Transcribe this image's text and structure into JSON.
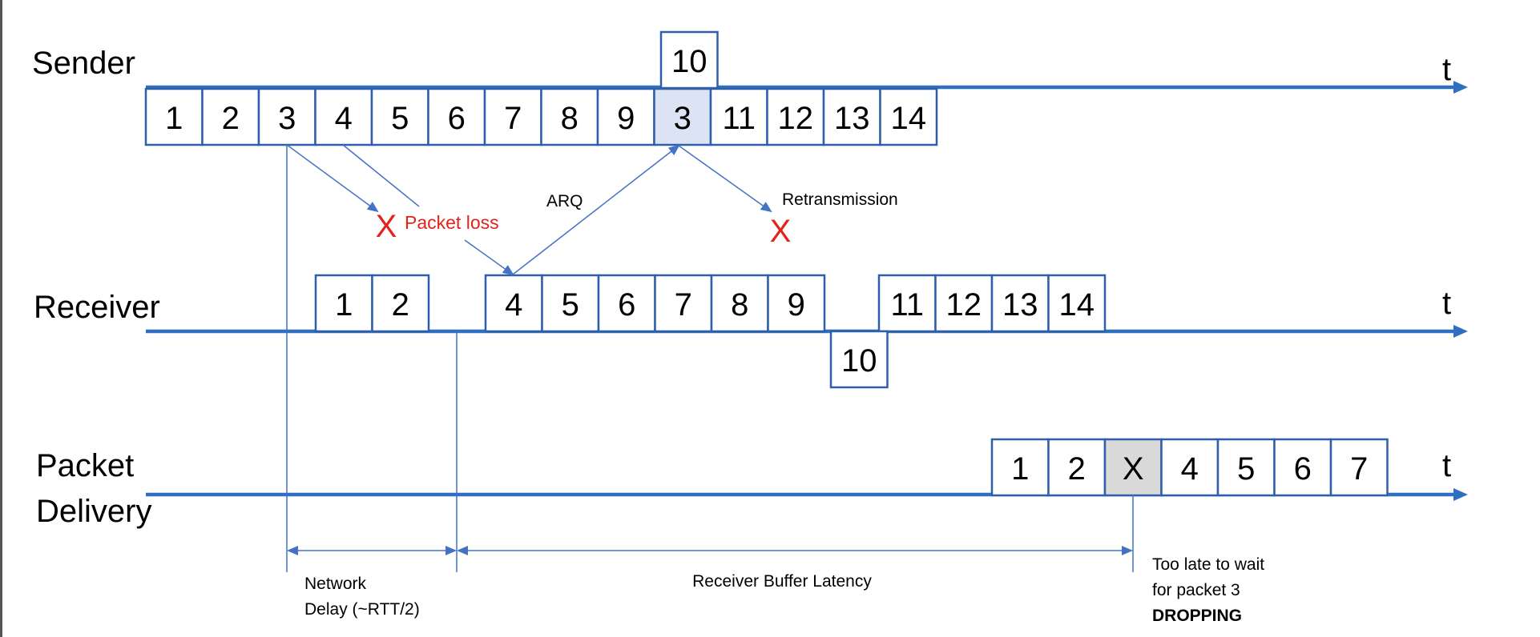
{
  "rows": {
    "sender": "Sender",
    "receiver": "Receiver",
    "delivery_line1": "Packet",
    "delivery_line2": "Delivery",
    "time_symbol": "t"
  },
  "sender_packets": [
    "1",
    "2",
    "3",
    "4",
    "5",
    "6",
    "7",
    "8",
    "9",
    "3",
    "11",
    "12",
    "13",
    "14"
  ],
  "sender_raised_packet": "10",
  "receiver_packets_a": [
    "1",
    "2"
  ],
  "receiver_packets_b": [
    "4",
    "5",
    "6",
    "7",
    "8",
    "9"
  ],
  "receiver_packets_c": [
    "11",
    "12",
    "13",
    "14"
  ],
  "receiver_lowered_packet": "10",
  "delivery_packets": [
    "1",
    "2",
    "X",
    "4",
    "5",
    "6",
    "7"
  ],
  "annotations": {
    "loss_mark": "X",
    "packet_loss": "Packet loss",
    "arq": "ARQ",
    "retransmission": "Retransmission",
    "retrans_loss_mark": "X",
    "network_delay_1": "Network",
    "network_delay_2": "Delay (~RTT/2)",
    "buffer_latency": "Receiver Buffer Latency",
    "too_late_1": "Too late to wait",
    "too_late_2": "for packet 3",
    "dropping": "DROPPING"
  },
  "colors": {
    "axis": "#2f6fc0",
    "box_border": "#2f5fa8",
    "highlight": "#dbe3f4",
    "dropped": "#d9d9d9",
    "error": "#e0241b"
  }
}
